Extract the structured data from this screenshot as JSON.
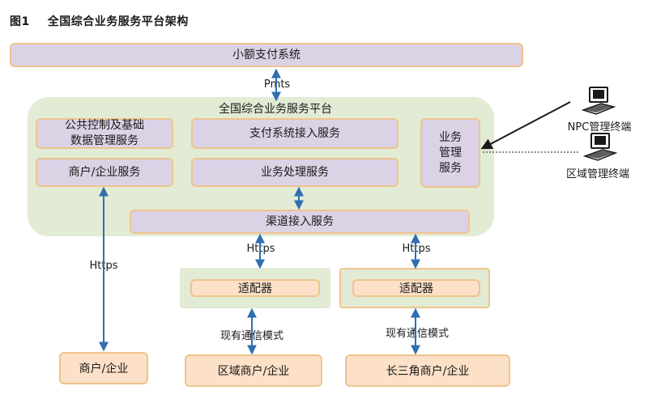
{
  "title": {
    "fig": "图1",
    "text": "全国综合业务服务平台架构"
  },
  "top_box": "小额支付系统",
  "pmts": "Pmts",
  "platform": {
    "title": "全国综合业务服务平台",
    "public_control": "公共控制及基础\n数据管理服务",
    "merchant_service": "商户/企业服务",
    "payment_access": "支付系统接入服务",
    "business_processing": "业务处理服务",
    "business_mgmt": "业务\n管理\n服务",
    "channel_access": "渠道接入服务"
  },
  "terminals": {
    "npc": "NPC管理终端",
    "regional": "区域管理终端"
  },
  "https_left": "Https",
  "https_mid": "Https",
  "https_right": "Https",
  "adapter_left": "适配器",
  "adapter_right": "适配器",
  "comm_left": "现有通信模式",
  "comm_right": "现有通信模式",
  "bottom": {
    "merchant": "商户/企业",
    "regional_merchant": "区域商户/企业",
    "yrd_merchant": "长三角商户/企业"
  },
  "colors": {
    "lavender": "#dcd2e6",
    "peach": "#fce0c7",
    "green": "#e2ebd4",
    "border": "#efc48e",
    "arrow": "#2f6fb0"
  }
}
